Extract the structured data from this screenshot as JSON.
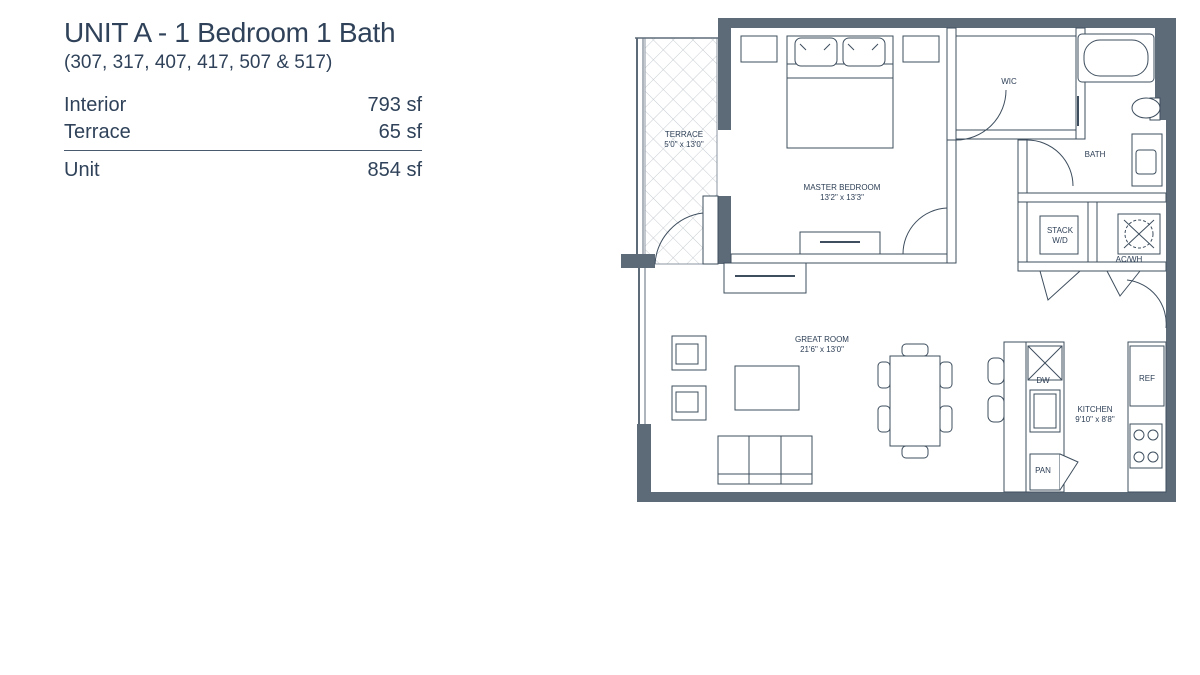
{
  "header": {
    "title": "UNIT A - 1 Bedroom 1 Bath",
    "units": "(307, 317, 407, 417, 507 & 517)"
  },
  "areas": {
    "interior": {
      "label": "Interior",
      "value": "793 sf"
    },
    "terrace": {
      "label": "Terrace",
      "value": "65 sf"
    },
    "unit": {
      "label": "Unit",
      "value": "854 sf"
    }
  },
  "rooms": {
    "terrace": {
      "name": "TERRACE",
      "dims": "5'0\" x 13'0\""
    },
    "master_bedroom": {
      "name": "MASTER BEDROOM",
      "dims": "13'2\" x 13'3\""
    },
    "wic": {
      "name": "WIC"
    },
    "bath": {
      "name": "BATH"
    },
    "stack": {
      "line1": "STACK",
      "line2": "W/D"
    },
    "acwh": {
      "name": "AC/WH"
    },
    "great_room": {
      "name": "GREAT ROOM",
      "dims": "21'6\" x 13'0\""
    },
    "kitchen": {
      "name": "KITCHEN",
      "dims": "9'10\" x 8'8\""
    },
    "dw": {
      "name": "DW"
    },
    "ref": {
      "name": "REF"
    },
    "pan": {
      "name": "PAN"
    }
  },
  "colors": {
    "wall": "#5d6b78",
    "line": "#3e4e5e",
    "text": "#2c3e55"
  }
}
